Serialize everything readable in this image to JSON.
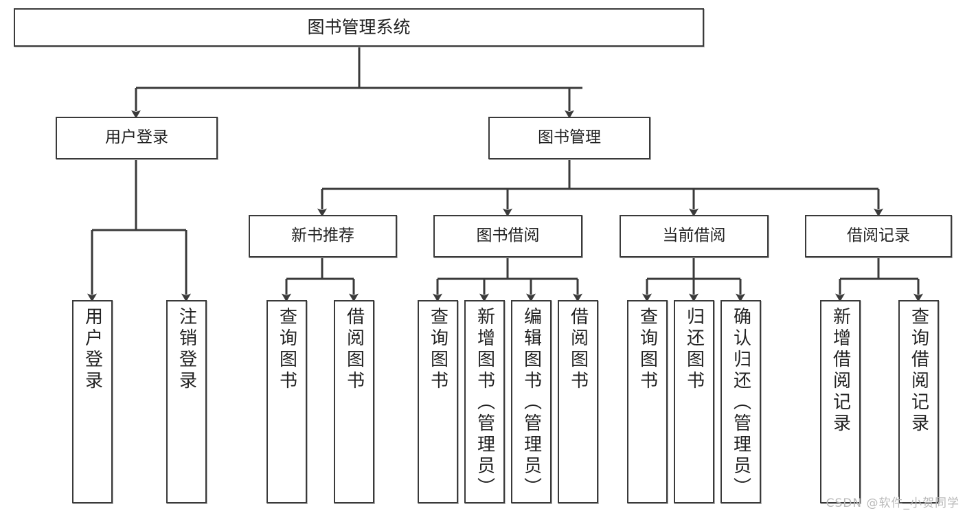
{
  "diagram": {
    "title": "图书管理系统",
    "type": "tree",
    "watermark": "CSDN @软件_小贺同学",
    "colors": {
      "box_border": "#3a3a3a",
      "box_fill": "#ffffff",
      "connector": "#3a3a3a",
      "text": "#222222",
      "watermark": "#b9b9b9",
      "background": "#ffffff"
    },
    "levels": {
      "root": "图书管理系统",
      "level2": [
        "用户登录",
        "图书管理"
      ],
      "level3": [
        "新书推荐",
        "图书借阅",
        "当前借阅",
        "借阅记录"
      ]
    },
    "nodes": {
      "root": {
        "label": "图书管理系统"
      },
      "user_login": {
        "label": "用户登录"
      },
      "book_mgmt": {
        "label": "图书管理"
      },
      "new_book_rec": {
        "label": "新书推荐"
      },
      "book_borrow": {
        "label": "图书借阅"
      },
      "current_borrow": {
        "label": "当前借阅"
      },
      "borrow_record": {
        "label": "借阅记录"
      },
      "leaf_user_login": {
        "label": "用户登录"
      },
      "leaf_logout": {
        "label": "注销登录"
      },
      "leaf_query_book_1": {
        "label": "查询图书"
      },
      "leaf_borrow_book_1": {
        "label": "借阅图书"
      },
      "leaf_query_book_2": {
        "label": "查询图书"
      },
      "leaf_add_book": {
        "label": "新增图书（管理员）"
      },
      "leaf_edit_book": {
        "label": "编辑图书（管理员）"
      },
      "leaf_borrow_book_2": {
        "label": "借阅图书"
      },
      "leaf_query_book_3": {
        "label": "查询图书"
      },
      "leaf_return_book": {
        "label": "归还图书"
      },
      "leaf_confirm_return": {
        "label": "确认归还（管理员）"
      },
      "leaf_add_record": {
        "label": "新增借阅记录"
      },
      "leaf_query_record": {
        "label": "查询借阅记录"
      }
    },
    "edges": [
      {
        "from": "root",
        "to": "user_login"
      },
      {
        "from": "root",
        "to": "book_mgmt"
      },
      {
        "from": "user_login",
        "to": "leaf_user_login"
      },
      {
        "from": "user_login",
        "to": "leaf_logout"
      },
      {
        "from": "book_mgmt",
        "to": "new_book_rec"
      },
      {
        "from": "book_mgmt",
        "to": "book_borrow"
      },
      {
        "from": "book_mgmt",
        "to": "current_borrow"
      },
      {
        "from": "book_mgmt",
        "to": "borrow_record"
      },
      {
        "from": "new_book_rec",
        "to": "leaf_query_book_1"
      },
      {
        "from": "new_book_rec",
        "to": "leaf_borrow_book_1"
      },
      {
        "from": "book_borrow",
        "to": "leaf_query_book_2"
      },
      {
        "from": "book_borrow",
        "to": "leaf_add_book"
      },
      {
        "from": "book_borrow",
        "to": "leaf_edit_book"
      },
      {
        "from": "book_borrow",
        "to": "leaf_borrow_book_2"
      },
      {
        "from": "current_borrow",
        "to": "leaf_query_book_3"
      },
      {
        "from": "current_borrow",
        "to": "leaf_return_book"
      },
      {
        "from": "current_borrow",
        "to": "leaf_confirm_return"
      },
      {
        "from": "borrow_record",
        "to": "leaf_add_record"
      },
      {
        "from": "borrow_record",
        "to": "leaf_query_record"
      }
    ]
  }
}
